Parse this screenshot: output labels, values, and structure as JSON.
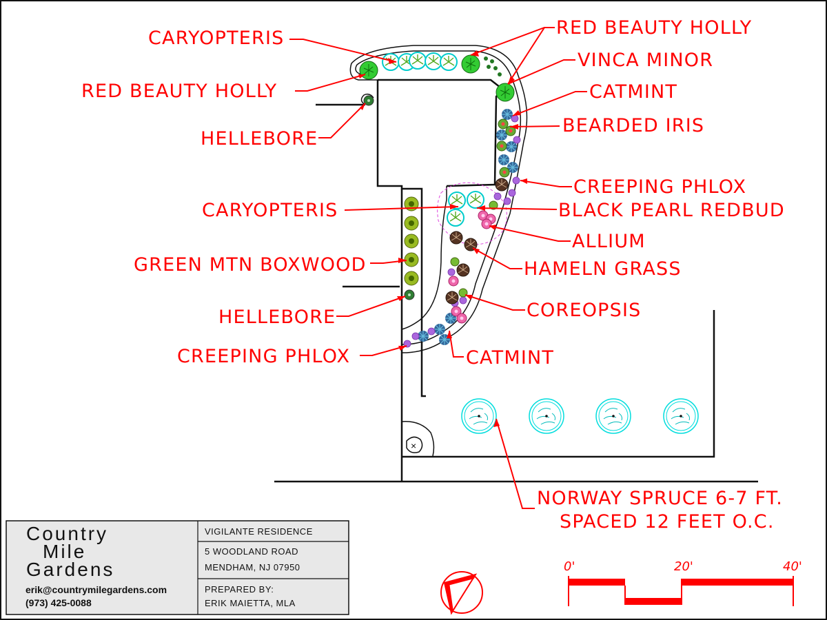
{
  "plant_labels": {
    "caryopteris_top": "CARYOPTERIS",
    "red_beauty_holly_top": "RED BEAUTY HOLLY",
    "vinca_minor": "VINCA MINOR",
    "red_beauty_holly_left": "RED BEAUTY HOLLY",
    "catmint_right": "CATMINT",
    "bearded_iris": "BEARDED IRIS",
    "hellebore_top": "HELLEBORE",
    "creeping_phlox_right": "CREEPING PHLOX",
    "caryopteris_mid": "CARYOPTERIS",
    "black_pearl_redbud": "BLACK PEARL REDBUD",
    "allium": "ALLIUM",
    "green_mtn_boxwood": "GREEN MTN BOXWOOD",
    "hameln_grass": "HAMELN GRASS",
    "hellebore_bottom": "HELLEBORE",
    "coreopsis": "COREOPSIS",
    "creeping_phlox_left": "CREEPING PHLOX",
    "catmint_bottom": "CATMINT",
    "norway_spruce_line1": "NORWAY SPRUCE 6-7 FT.",
    "norway_spruce_line2": "SPACED 12 FEET O.C."
  },
  "title_block": {
    "company_line1": "Country",
    "company_line2": "Mile",
    "company_line3": "Gardens",
    "email": "erik@countrymilegardens.com",
    "phone": "(973) 425-0088",
    "project": "VIGILANTE RESIDENCE",
    "address1": "5 WOODLAND ROAD",
    "address2": "MENDHAM, NJ 07950",
    "prepared_by_label": "PREPARED BY:",
    "prepared_by": "ERIK MAIETTA, MLA"
  },
  "scale": {
    "t0": "0'",
    "t20": "20'",
    "t40": "40'"
  },
  "colors": {
    "label_red": "#ff0000",
    "holly_green": "#33cc33",
    "caryopteris_cyan": "#00cccc",
    "catmint_blue": "#336699",
    "phlox_purple": "#aa66dd",
    "allium_pink": "#ee66aa",
    "grass_brown": "#553322",
    "boxwood_olive": "#99bb22",
    "spruce_cyan": "#00dddd"
  }
}
